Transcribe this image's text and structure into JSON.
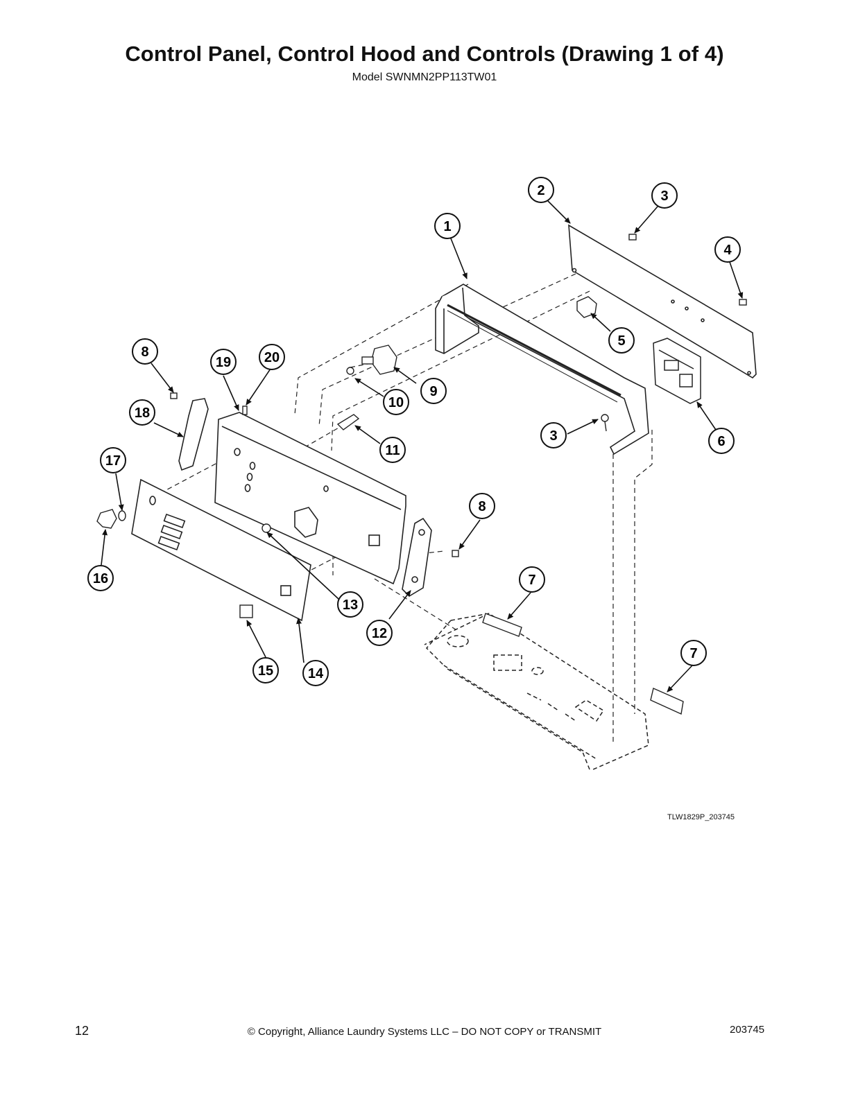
{
  "header": {
    "title": "Control Panel, Control Hood and Controls (Drawing 1 of 4)",
    "subtitle": "Model SWNMN2PP113TW01"
  },
  "drawing": {
    "drawing_id": "TLW1829P_203745",
    "callouts": [
      "1",
      "2",
      "3",
      "4",
      "5",
      "6",
      "7",
      "8",
      "9",
      "10",
      "11",
      "12",
      "13",
      "14",
      "15",
      "16",
      "17",
      "18",
      "19",
      "20",
      "3",
      "8",
      "7"
    ]
  },
  "footer": {
    "page_number": "12",
    "copyright": "© Copyright, Alliance Laundry Systems LLC – DO NOT COPY or TRANSMIT",
    "doc_number": "203745"
  }
}
